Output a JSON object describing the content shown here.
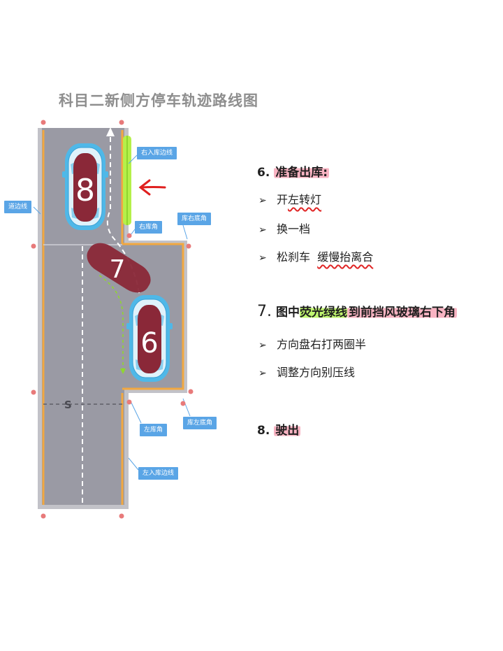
{
  "title": "科目二新侧方停车轨迹路线图",
  "diagram": {
    "labels": {
      "right_entry_line": "右入库边线",
      "road_edge": "道边线",
      "right_corner": "右库角",
      "right_bottom_corner": "库右底角",
      "left_corner": "左库角",
      "left_bottom_corner": "库左底角",
      "left_entry_line": "左入库边线",
      "s_mark": "S"
    },
    "car_numbers": [
      "8",
      "7",
      "6"
    ],
    "colors": {
      "road": "#9a9aa4",
      "border": "#c2c2c8",
      "yellow_line": "#f2a840",
      "fluorescent_line": "#b5f04a",
      "car_body": "#4fb8e8",
      "car_roof": "#8a2838",
      "callout": "#5aa5e6",
      "dot": "#e87a7a",
      "red_arrow": "#e0201f"
    }
  },
  "notes": {
    "step6": {
      "num": "6.",
      "title": "准备出库:",
      "items": [
        {
          "prefix": "开",
          "wavy": "左转灯"
        },
        {
          "text": "换一档"
        },
        {
          "text": "松刹车",
          "wavy": "缓慢抬离合"
        }
      ]
    },
    "step7": {
      "num": "7.",
      "pre": "图中",
      "green": "荧光绿线",
      "pink": "到前挡风玻璃右下角",
      "items": [
        {
          "text": "方向盘右打两圈半"
        },
        {
          "text": "调整方向别压线"
        }
      ]
    },
    "step8": {
      "num": "8.",
      "title": "驶出"
    },
    "bullet_glyph": "➢"
  }
}
